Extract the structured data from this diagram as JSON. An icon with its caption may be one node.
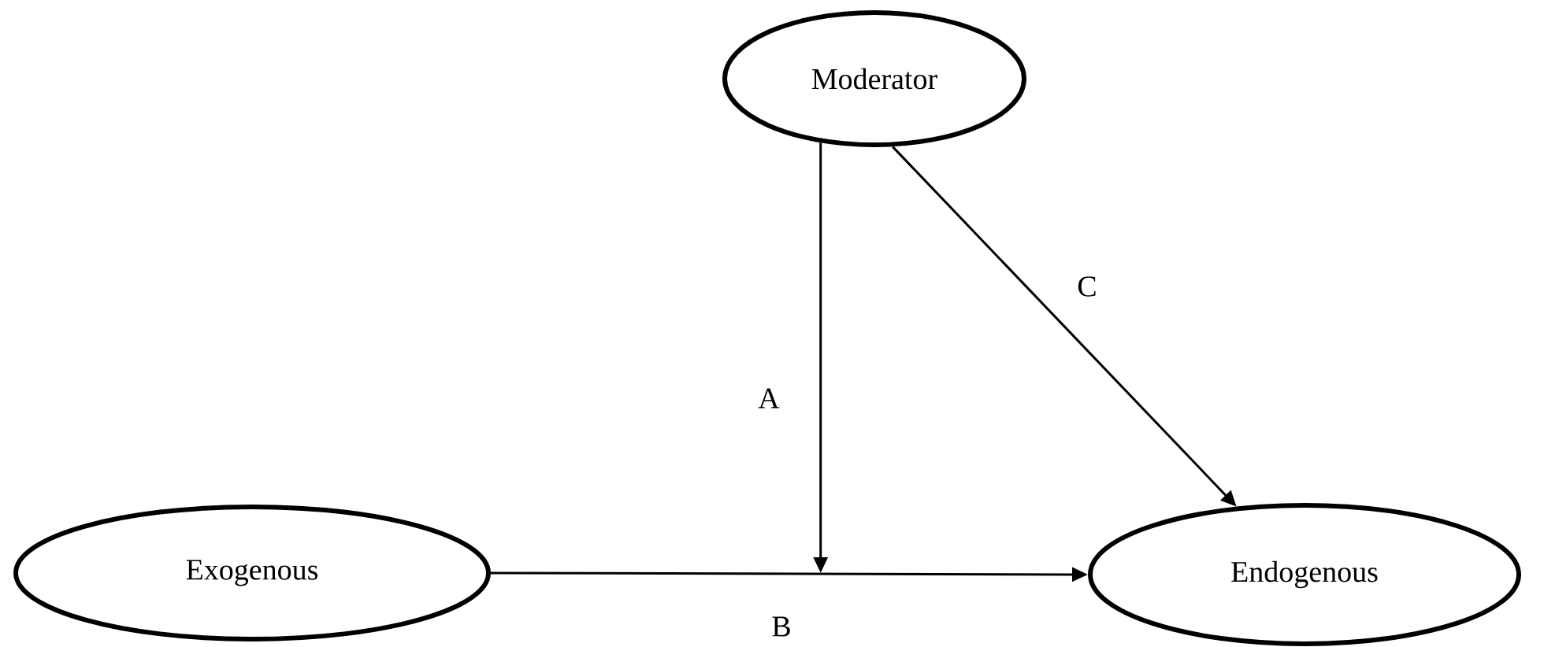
{
  "diagram": {
    "nodes": [
      {
        "text": [
          "Exogenous"
        ]
      },
      {
        "text": [
          "Moderator"
        ]
      },
      {
        "text": [
          "Endogenous"
        ]
      }
    ],
    "edges": [
      {
        "from": 0,
        "to": 2,
        "arrow": "to",
        "label": "B"
      },
      {
        "from": 1,
        "to": null,
        "arrow": "to",
        "label": "A"
      },
      {
        "from": 1,
        "to": 2,
        "arrow": "to",
        "label": "C"
      }
    ]
  }
}
